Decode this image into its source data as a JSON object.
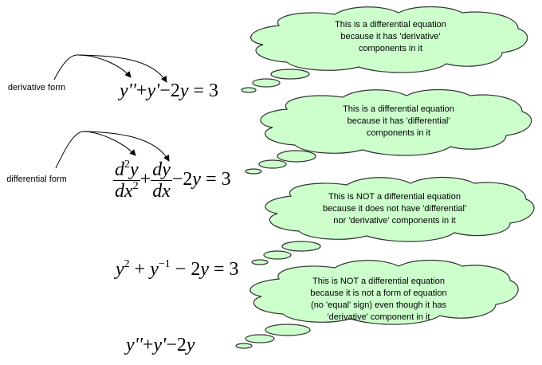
{
  "colors": {
    "cloud_fill": "#ccffcc",
    "cloud_stroke": "#333333",
    "text": "#000000",
    "background": "#ffffff"
  },
  "labels": {
    "derivative_form": "derivative form",
    "differential_form": "differential form"
  },
  "equations": {
    "eq1": {
      "description": "y'' + y' - 2y = 3",
      "t1": "y''",
      "op1": "+",
      "t2": "y'",
      "op2": "−",
      "t3": "2",
      "t4": "y",
      "eqsign": " = ",
      "rhs": "3"
    },
    "eq2": {
      "description": "d^2y/dx^2 + dy/dx - 2y = 3",
      "frac1_num_d": "d",
      "frac1_num_sup": "2",
      "frac1_num_y": "y",
      "frac1_den_dx": "dx",
      "frac1_den_sup": "2",
      "op1": "+",
      "frac2_num": "dy",
      "frac2_den": "dx",
      "op2": "−",
      "t3": "2",
      "t4": "y",
      "eqsign": " = ",
      "rhs": "3"
    },
    "eq3": {
      "description": "y^2 + y^-1 - 2y = 3",
      "t1": "y",
      "t1_sup": "2",
      "op1": "+",
      "t2": "y",
      "t2_sup": "−1",
      "op2": "−",
      "t3": "2",
      "t4": "y",
      "eqsign": " = ",
      "rhs": "3"
    },
    "eq4": {
      "description": "y'' + y' - 2y",
      "t1": "y''",
      "op1": "+",
      "t2": "y'",
      "op2": "−",
      "t3": "2",
      "t4": "y"
    }
  },
  "clouds": [
    {
      "lines": [
        "This is a differential equation",
        "because it has 'derivative'",
        "components in it"
      ]
    },
    {
      "lines": [
        "This is a differential equation",
        "because it has 'differential'",
        "components in it"
      ]
    },
    {
      "lines": [
        "This is NOT a differential equation",
        "because it does not have 'differential'",
        "nor 'derivative' components in it"
      ]
    },
    {
      "lines": [
        "This is NOT a differential equation",
        "because it is not a form of equation",
        "(no 'equal' sign) even though it has",
        "'derivative' component in it"
      ]
    }
  ]
}
